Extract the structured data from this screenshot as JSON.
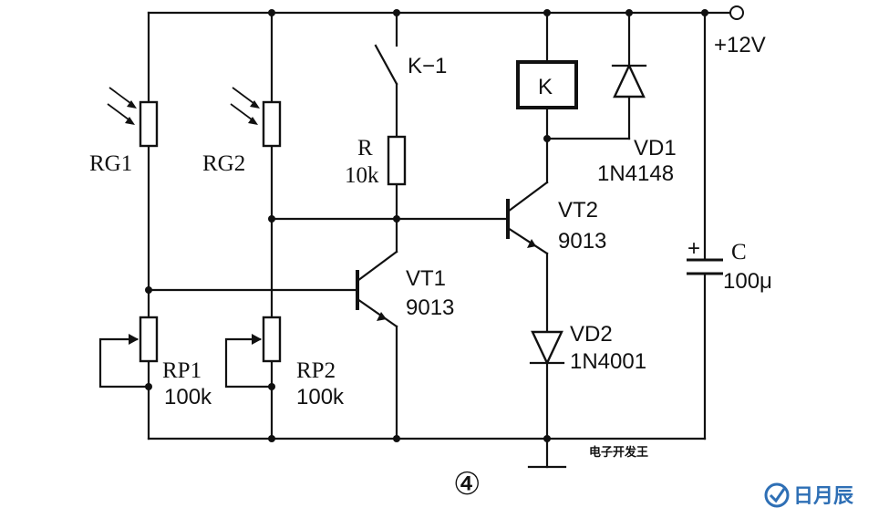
{
  "supply": {
    "label": "+12V"
  },
  "components": {
    "rg1": {
      "label": "RG1"
    },
    "rg2": {
      "label": "RG2"
    },
    "k1": {
      "label": "K−1"
    },
    "r": {
      "label": "R",
      "value": "10k"
    },
    "relay": {
      "label": "K"
    },
    "vd1": {
      "label": "VD1",
      "part": "1N4148"
    },
    "vt1": {
      "label": "VT1",
      "part": "9013"
    },
    "vt2": {
      "label": "VT2",
      "part": "9013"
    },
    "vd2": {
      "label": "VD2",
      "part": "1N4001"
    },
    "rp1": {
      "label": "RP1",
      "value": "100k"
    },
    "rp2": {
      "label": "RP2",
      "value": "100k"
    },
    "c": {
      "label": "C",
      "value": "100μ",
      "polarity": "+"
    }
  },
  "watermark": "电子开发王",
  "figure_number": "④",
  "logo": {
    "text": "日月辰",
    "color": "#2e6fb5"
  }
}
